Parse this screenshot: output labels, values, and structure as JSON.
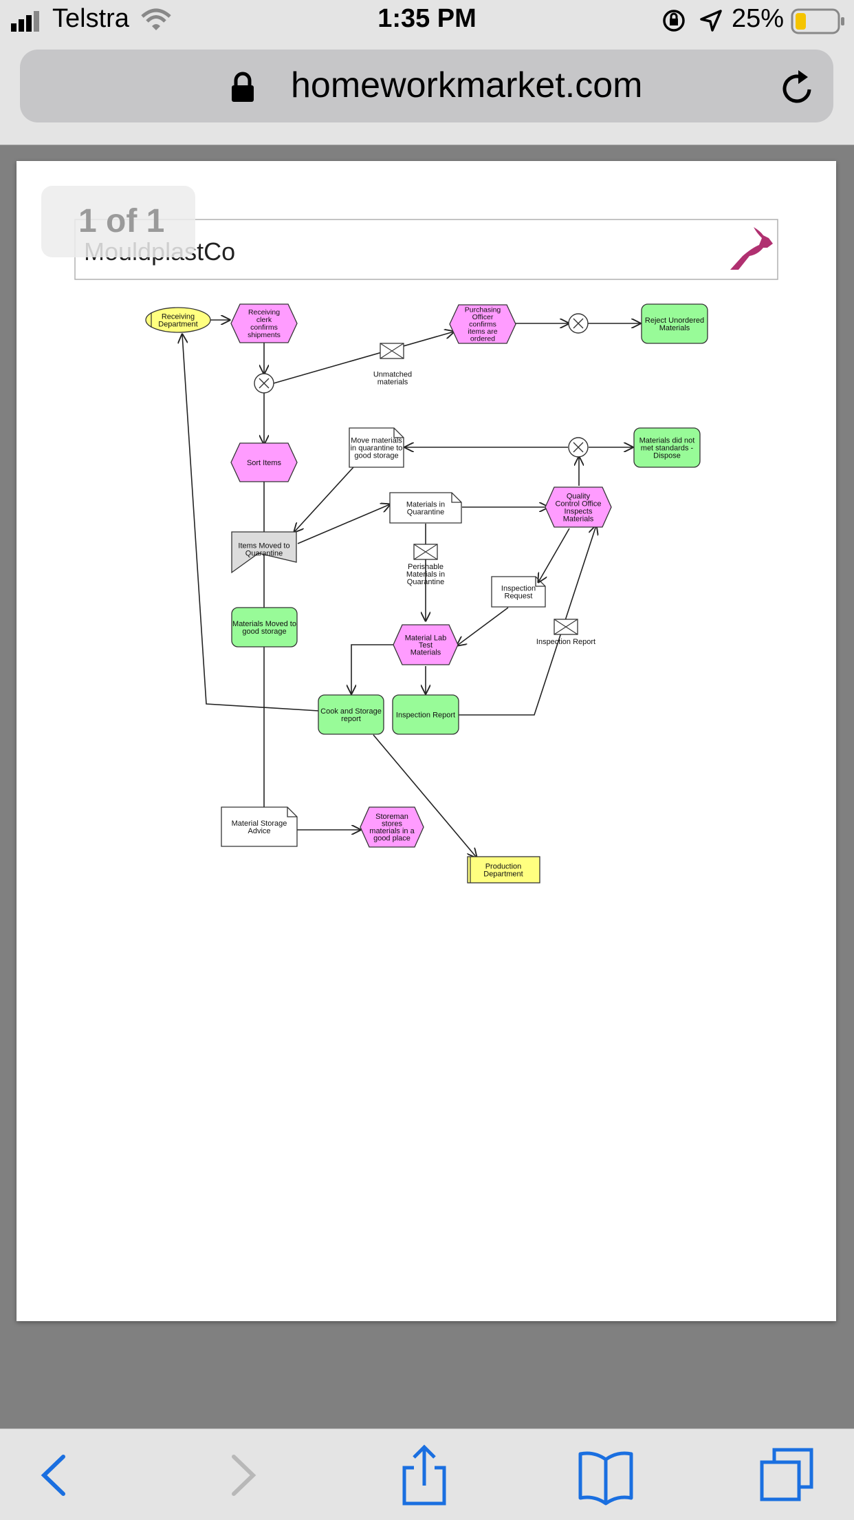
{
  "status": {
    "carrier": "Telstra",
    "time": "1:35 PM",
    "battery": "25%"
  },
  "browser": {
    "url": "homeworkmarket.com"
  },
  "pdf": {
    "page_counter": "1 of 1",
    "header_title": "MouldplastCo"
  },
  "diagram": {
    "receiving_department": [
      "Receiving",
      "Department"
    ],
    "receiving_clerk": [
      "Receiving",
      "clerk",
      "confirms",
      "shipments"
    ],
    "purchasing_officer": [
      "Purchasing",
      "Officer",
      "confirms",
      "items are",
      "ordered"
    ],
    "reject_unordered": [
      "Reject Unordered",
      "Materials"
    ],
    "unmatched_materials": [
      "Unmatched",
      "materials"
    ],
    "sort_items": [
      "Sort Items"
    ],
    "move_materials": [
      "Move materials",
      "in quarantine to",
      "good storage"
    ],
    "materials_did_not_meet": [
      "Materials did not",
      "met standards -",
      "Dispose"
    ],
    "materials_in_quarantine": [
      "Materials in",
      "Quarantine"
    ],
    "quality_control": [
      "Quality",
      "Control Office",
      "Inspects",
      "Materials"
    ],
    "items_moved_quarantine": [
      "Items Moved to",
      "Quarantine"
    ],
    "perishable_materials": [
      "Perishable",
      "Materials in",
      "Quarantine"
    ],
    "inspection_request": [
      "Inspection",
      "Request"
    ],
    "inspection_report_msg": [
      "Inspection Report"
    ],
    "materials_good_storage": [
      "Materials Moved to",
      "good storage"
    ],
    "material_lab_test": [
      "Material Lab",
      "Test",
      "Materials"
    ],
    "cook_storage_report": [
      "Cook and Storage",
      "report"
    ],
    "inspection_report": [
      "Inspection Report"
    ],
    "material_storage_advice": [
      "Material Storage",
      "Advice"
    ],
    "storeman_stores": [
      "Storeman",
      "stores",
      "materials in a",
      "good place"
    ],
    "production_department": [
      "Production",
      "Department"
    ]
  },
  "colors": {
    "event": "#ffff80",
    "function": "#ff9cff",
    "output": "#98fb98",
    "document": "#ffffff",
    "logo": "#b03070",
    "link": "#1a6fe0"
  },
  "icons": [
    "signal-icon",
    "wifi-icon",
    "orientation-lock-icon",
    "location-icon",
    "battery-icon",
    "lock-icon",
    "reload-icon",
    "back-icon",
    "forward-icon",
    "share-icon",
    "bookmarks-icon",
    "tabs-icon",
    "envelope-icon",
    "xor-connector-icon",
    "gazelle-logo"
  ]
}
